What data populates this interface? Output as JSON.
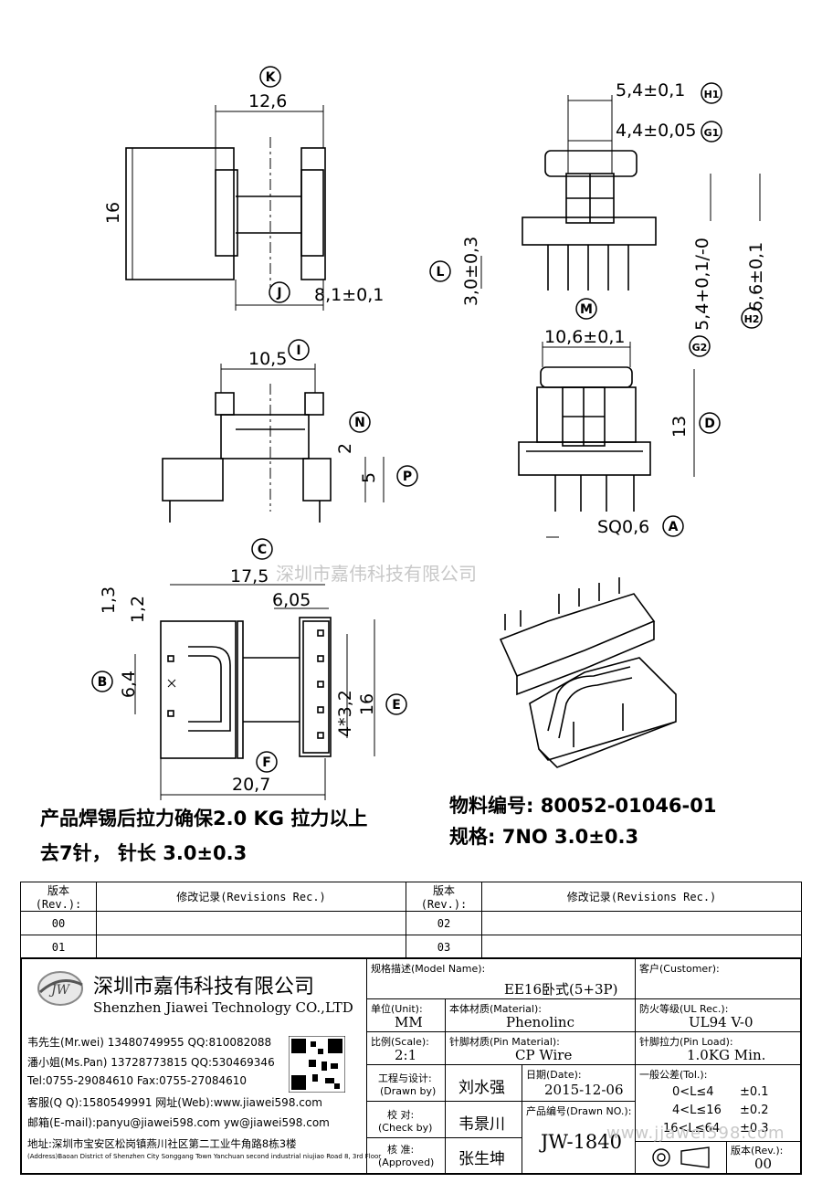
{
  "dims": {
    "k_w": "12,6",
    "k_h": "16",
    "j_w": "8,1±0,1",
    "h1": "5,4±0,1",
    "g1": "4,4±0,05",
    "l": "3,0±0,3",
    "g2": "5,4+0,1/-0",
    "h2": "6,6±0,1",
    "i": "10,5",
    "n": "2",
    "p": "5",
    "m": "10,6±0,1",
    "d": "13",
    "a": "SQ0,6",
    "c": "17,5",
    "d13": "1,3",
    "d12": "1,2",
    "d605": "6,05",
    "b": "6,4",
    "e_pitch": "4*3,2",
    "e": "16",
    "f": "20,7"
  },
  "circle_labels": [
    "K",
    "J",
    "H1",
    "G1",
    "L",
    "G2",
    "H2",
    "I",
    "N",
    "P",
    "M",
    "D",
    "A",
    "C",
    "B",
    "E",
    "F"
  ],
  "watermark": "深圳市嘉伟科技有限公司",
  "watermark_url": "www.jjawei598.com",
  "notes": {
    "line1": "产品焊锡后拉力确保2.0 KG 拉力以上",
    "line2": "去7针， 针长 3.0±0.3",
    "part_no": "物料编号: 80052-01046-01",
    "spec": "规格:  7NO  3.0±0.3"
  },
  "revisions": {
    "h_rev": "版本(Rev.):",
    "h_rec": "修改记录(Revisions Rec.)",
    "rows": [
      [
        "00",
        "",
        "02",
        ""
      ],
      [
        "01",
        "",
        "03",
        ""
      ]
    ]
  },
  "company": {
    "logo": "JW",
    "name_cn": "深圳市嘉伟科技有限公司",
    "name_en": "Shenzhen Jiawei Technology CO.,LTD",
    "lines": [
      "韦先生(Mr.wei) 13480749955 QQ:810082088",
      "潘小姐(Ms.Pan) 13728773815 QQ:530469346",
      "Tel:0755-29084610    Fax:0755-27084610",
      "客服(Q Q):1580549991   网址(Web):www.jiawei598.com",
      "邮箱(E-mail):panyu@jiawei598.com   yw@jiawei598.com"
    ],
    "addr_cn": "地址:深圳市宝安区松岗镇燕川社区第二工业牛角路8栋3楼",
    "addr_en": "(Address)Baoan District of Shenzhen City Songgang Town Yanchuan second industrial niujiao Road 8, 3rd Floor"
  },
  "title_block": {
    "model_lbl": "规格描述(Model Name):",
    "model": "EE16卧式(5+3P)",
    "cust_lbl": "客户(Customer):",
    "cust": "",
    "unit_lbl": "单位(Unit):",
    "unit": "MM",
    "mat_lbl": "本体材质(Material):",
    "mat": "Phenolinc",
    "ul_lbl": "防火等级(UL Rec.):",
    "ul": "UL94 V-0",
    "scale_lbl": "比例(Scale):",
    "scale": "2:1",
    "pin_lbl": "针脚材质(Pin Material):",
    "pin": "CP Wire",
    "load_lbl": "针脚拉力(Pin Load):",
    "load": "1.0KG Min.",
    "drawn_lbl": "工程与设计:",
    "drawn_sub": "(Drawn by)",
    "drawn": "刘水强",
    "date_lbl": "日期(Date):",
    "date": "2015-12-06",
    "tol_lbl": "一般公差(Tol.):",
    "tol": [
      [
        "0<L≤4",
        "±0.1"
      ],
      [
        "4<L≤16",
        "±0.2"
      ],
      [
        "16<L≤64",
        "±0.3"
      ]
    ],
    "check_lbl": "校  对:",
    "check_sub": "(Check by)",
    "check": "韦景川",
    "dwg_lbl": "产品编号(Drawn NO.):",
    "dwg": "JW-1840",
    "appr_lbl": "核  准:",
    "appr_sub": "(Approved)",
    "appr": "张生坤",
    "ver_lbl": "版本(Rev.):",
    "ver": "00"
  }
}
